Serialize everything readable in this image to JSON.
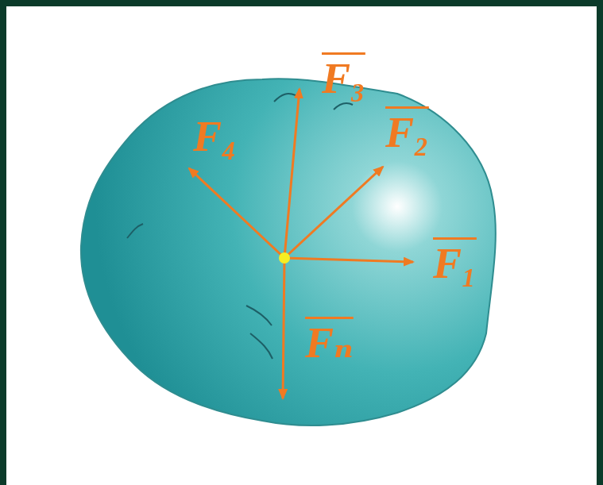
{
  "diagram": {
    "labels": [
      "F₃",
      "F₂",
      "F₄",
      "F₁",
      "Fₙ"
    ]
  }
}
